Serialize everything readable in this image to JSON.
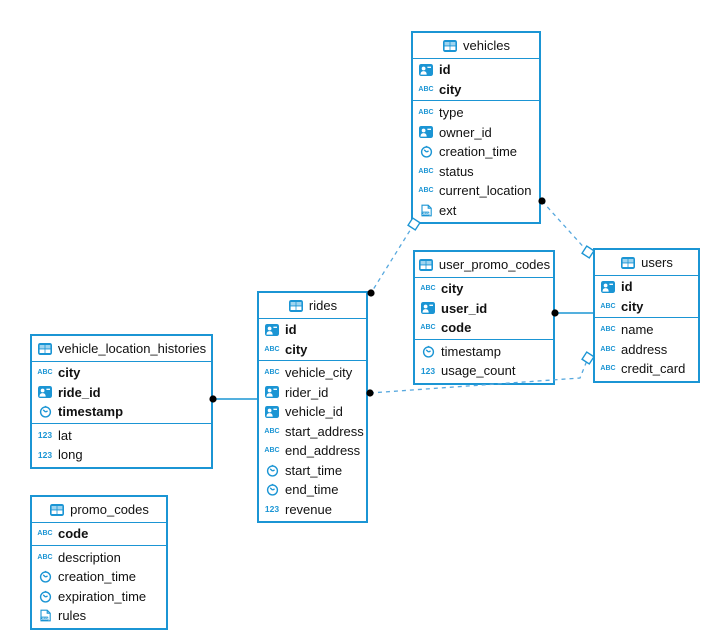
{
  "diagram": {
    "tables": [
      {
        "id": "vehicles",
        "title": "vehicles",
        "primary_keys": [
          {
            "name": "id",
            "icon": "id-badge-icon"
          },
          {
            "name": "city",
            "icon": "text-icon"
          }
        ],
        "columns": [
          {
            "name": "type",
            "icon": "text-icon"
          },
          {
            "name": "owner_id",
            "icon": "id-badge-icon"
          },
          {
            "name": "creation_time",
            "icon": "clock-icon"
          },
          {
            "name": "status",
            "icon": "text-icon"
          },
          {
            "name": "current_location",
            "icon": "text-icon"
          },
          {
            "name": "ext",
            "icon": "json-icon"
          }
        ]
      },
      {
        "id": "user_promo_codes",
        "title": "user_promo_codes",
        "primary_keys": [
          {
            "name": "city",
            "icon": "text-icon"
          },
          {
            "name": "user_id",
            "icon": "id-badge-icon"
          },
          {
            "name": "code",
            "icon": "text-icon"
          }
        ],
        "columns": [
          {
            "name": "timestamp",
            "icon": "clock-icon"
          },
          {
            "name": "usage_count",
            "icon": "number-icon"
          }
        ]
      },
      {
        "id": "users",
        "title": "users",
        "primary_keys": [
          {
            "name": "id",
            "icon": "id-badge-icon"
          },
          {
            "name": "city",
            "icon": "text-icon"
          }
        ],
        "columns": [
          {
            "name": "name",
            "icon": "text-icon"
          },
          {
            "name": "address",
            "icon": "text-icon"
          },
          {
            "name": "credit_card",
            "icon": "text-icon"
          }
        ]
      },
      {
        "id": "rides",
        "title": "rides",
        "primary_keys": [
          {
            "name": "id",
            "icon": "id-badge-icon"
          },
          {
            "name": "city",
            "icon": "text-icon"
          }
        ],
        "columns": [
          {
            "name": "vehicle_city",
            "icon": "text-icon"
          },
          {
            "name": "rider_id",
            "icon": "id-badge-icon"
          },
          {
            "name": "vehicle_id",
            "icon": "id-badge-icon"
          },
          {
            "name": "start_address",
            "icon": "text-icon"
          },
          {
            "name": "end_address",
            "icon": "text-icon"
          },
          {
            "name": "start_time",
            "icon": "clock-icon"
          },
          {
            "name": "end_time",
            "icon": "clock-icon"
          },
          {
            "name": "revenue",
            "icon": "number-icon"
          }
        ]
      },
      {
        "id": "vehicle_location_histories",
        "title": "vehicle_location_histories",
        "primary_keys": [
          {
            "name": "city",
            "icon": "text-icon"
          },
          {
            "name": "ride_id",
            "icon": "id-badge-icon"
          },
          {
            "name": "timestamp",
            "icon": "clock-icon"
          }
        ],
        "columns": [
          {
            "name": "lat",
            "icon": "number-icon"
          },
          {
            "name": "long",
            "icon": "number-icon"
          }
        ]
      },
      {
        "id": "promo_codes",
        "title": "promo_codes",
        "primary_keys": [
          {
            "name": "code",
            "icon": "text-icon"
          }
        ],
        "columns": [
          {
            "name": "description",
            "icon": "text-icon"
          },
          {
            "name": "creation_time",
            "icon": "clock-icon"
          },
          {
            "name": "expiration_time",
            "icon": "clock-icon"
          },
          {
            "name": "rules",
            "icon": "json-icon"
          }
        ]
      }
    ],
    "relations": [
      {
        "from": "vehicles",
        "to": "users",
        "style": "dashed"
      },
      {
        "from": "rides",
        "to": "vehicles",
        "style": "dashed"
      },
      {
        "from": "rides",
        "to": "users",
        "style": "dashed"
      },
      {
        "from": "vehicle_location_histories",
        "to": "rides",
        "style": "solid"
      },
      {
        "from": "user_promo_codes",
        "to": "users",
        "style": "solid"
      }
    ],
    "icon_labels": {
      "text": "ABC",
      "number": "123",
      "json": "JSON"
    },
    "colors": {
      "accent": "#1b95d4",
      "dashed_line": "#57a8de",
      "icon_light": "#9fd4ef",
      "dot": "#000000",
      "text": "#111111"
    }
  }
}
